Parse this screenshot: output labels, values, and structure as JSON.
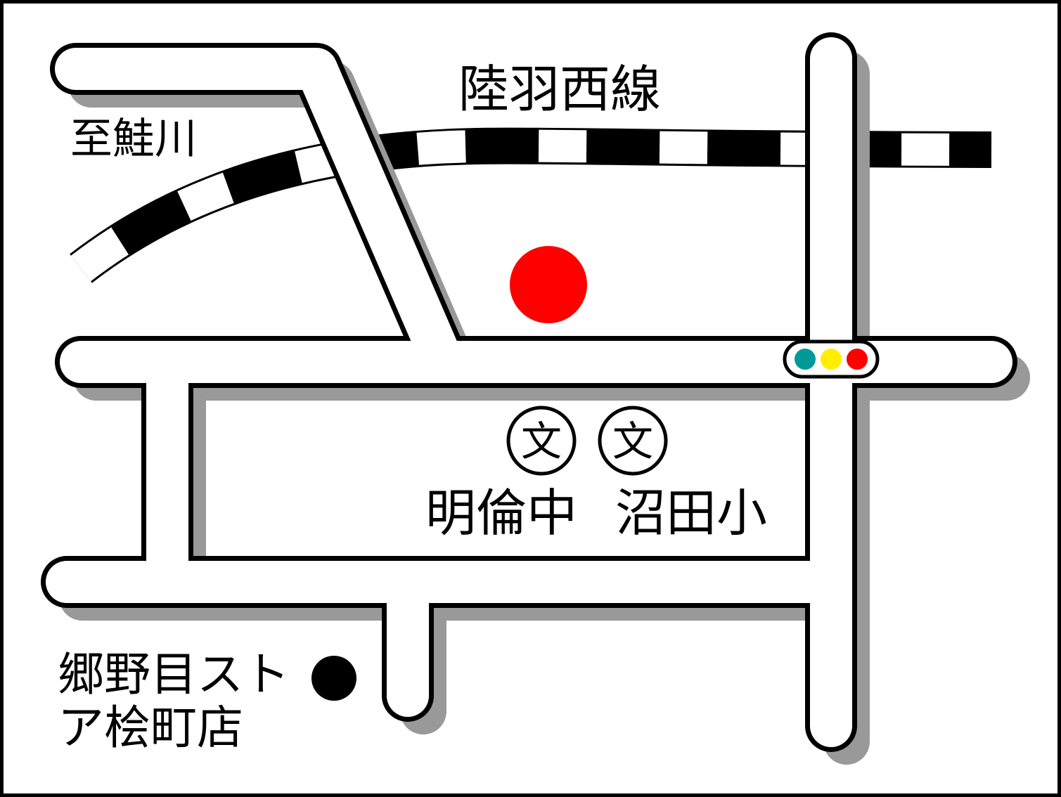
{
  "map": {
    "labels": {
      "railway_line": "陸羽西線",
      "direction": "至鮭川",
      "school_middle": "明倫中",
      "school_elementary": "沼田小",
      "store_line1": "郷野目スト",
      "store_line2": "ア桧町店"
    },
    "school_symbol": "文",
    "icons": {
      "destination": "destination-marker-icon",
      "traffic_light": "traffic-light-icon",
      "school": "school-icon",
      "store": "store-marker-icon"
    },
    "colors": {
      "destination": "#ff0000",
      "road_fill": "#ffffff",
      "road_outline": "#000000",
      "road_shadow": "#999999",
      "signal_green": "#009999",
      "signal_yellow": "#ffee00",
      "signal_red": "#ff0000"
    }
  }
}
